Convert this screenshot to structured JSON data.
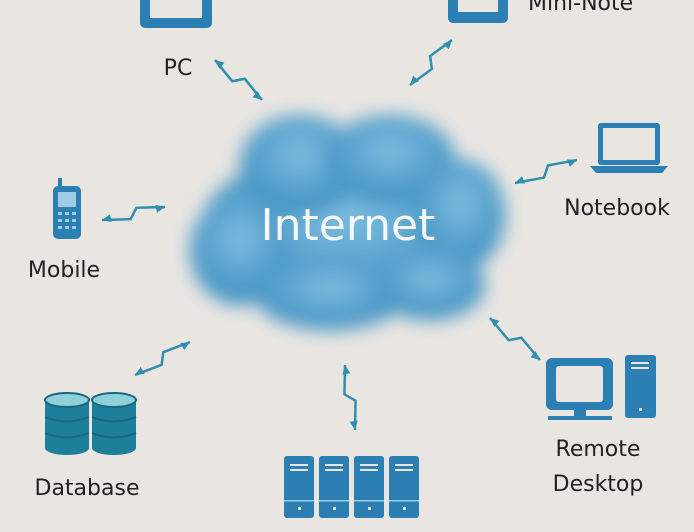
{
  "diagram": {
    "center_label": "Internet",
    "nodes": {
      "pc": "PC",
      "mini_note": "Mini-Note",
      "notebook": "Notebook",
      "mobile": "Mobile",
      "database": "Database",
      "remote_line1": "Remote",
      "remote_line2": "Desktop"
    },
    "icons": [
      "pc-monitor-icon",
      "mini-note-icon",
      "notebook-laptop-icon",
      "mobile-phone-icon",
      "database-icon",
      "server-rack-icon",
      "remote-desktop-icon",
      "lightning-link-icon"
    ],
    "colors": {
      "icon_blue": "#2b7fb2",
      "cloud": "#4f9fcb",
      "background": "#e9e6e2",
      "link": "#2f8fb0"
    }
  }
}
